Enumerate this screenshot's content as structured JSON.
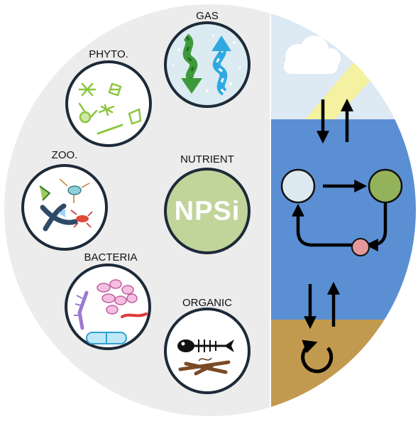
{
  "diagram": {
    "labels": {
      "gas": "GAS",
      "phyto": "PHYTO.",
      "zoo": "ZOO.",
      "nutrient": "NUTRIENT",
      "bacteria": "BACTERIA",
      "organic": "ORGANIC",
      "nutrient_symbol": "NPSi"
    },
    "colors": {
      "left_panel": "#ececec",
      "sky": "#dde9f3",
      "sun_ray": "#f4f1a0",
      "water": "#5b8fd4",
      "sediment": "#c29a4f",
      "nutrient_disc": "#c1d49a",
      "node_light": "#dce9f1",
      "node_green": "#93b25a",
      "node_pink": "#e5989b",
      "arrow": "#000000"
    },
    "icons": [
      "gas-exchange-icon",
      "phytoplankton-icon",
      "zooplankton-icon",
      "bacteria-icon",
      "organic-matter-icon",
      "cloud-icon",
      "sun-ray-icon",
      "sediment-cycle-icon"
    ]
  }
}
